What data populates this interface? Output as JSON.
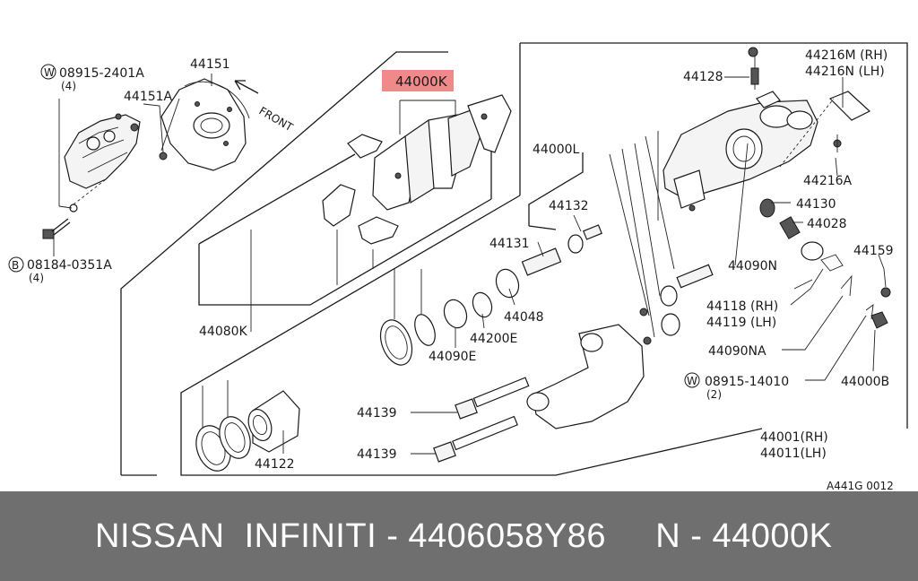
{
  "diagram": {
    "highlight_color": "#f08a8a",
    "front_label": "FRONT",
    "ref_code": "A441G 0012",
    "labels": {
      "p08915_2401A": "08915-2401A",
      "p08915_2401A_qty": "(4)",
      "p08184_0351A": "08184-0351A",
      "p08184_0351A_qty": "(4)",
      "p44151": "44151",
      "p44151A": "44151A",
      "p44000K": "44000K",
      "p44080K": "44080K",
      "p44000L": "44000L",
      "p44128": "44128",
      "p44216M": "44216M (RH)",
      "p44216N": "44216N (LH)",
      "p44216A": "44216A",
      "p44130": "44130",
      "p44028": "44028",
      "p44132": "44132",
      "p44131": "44131",
      "p44048": "44048",
      "p44200E": "44200E",
      "p44090E": "44090E",
      "p44090N": "44090N",
      "p44159": "44159",
      "p44118": "44118 (RH)",
      "p44119": "44119 (LH)",
      "p44090NA": "44090NA",
      "p08915_14010": "08915-14010",
      "p08915_14010_qty": "(2)",
      "p44000B": "44000B",
      "p44139a": "44139",
      "p44139b": "44139",
      "p44001": "44001(RH)",
      "p44011": "44011(LH)",
      "p44122": "44122"
    },
    "markers": {
      "washer": "W",
      "bolt": "B"
    }
  },
  "footer": {
    "text": "NISSAN  INFINITI - 4406058Y86     N - 44000K"
  }
}
